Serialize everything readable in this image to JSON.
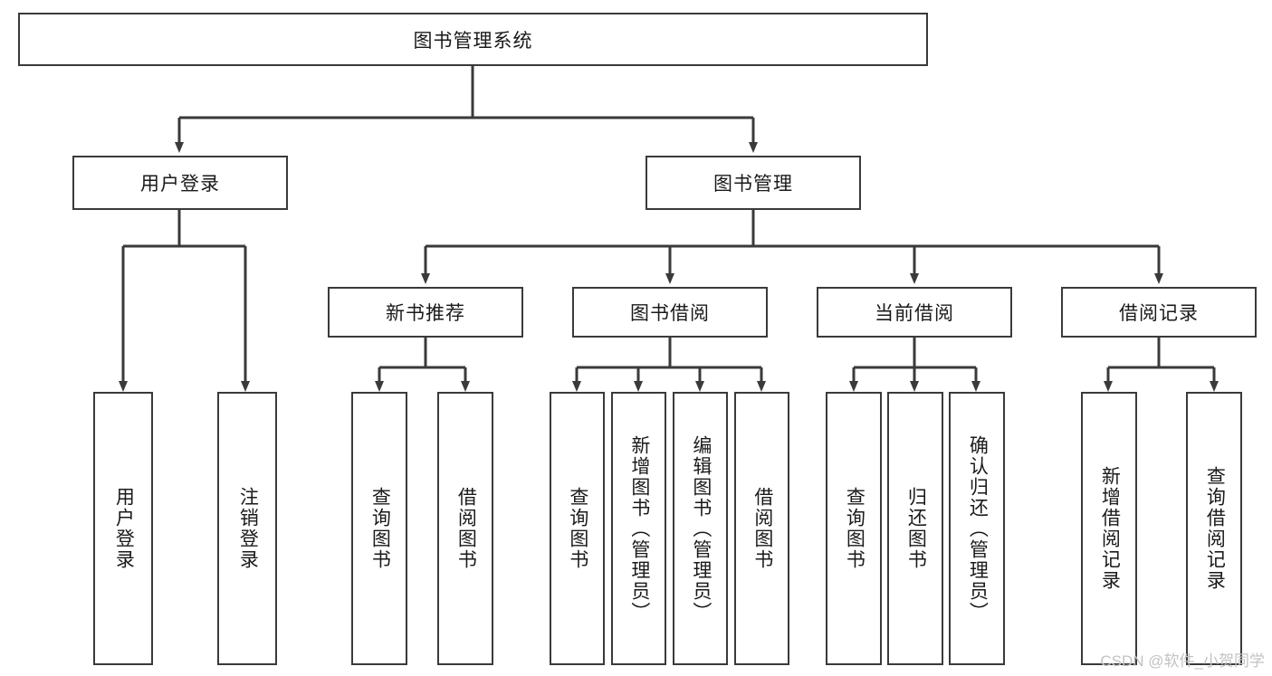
{
  "diagram": {
    "type": "tree",
    "title": "图书管理系统",
    "root": {
      "label": "图书管理系统"
    },
    "level1": [
      {
        "label": "用户登录"
      },
      {
        "label": "图书管理"
      }
    ],
    "level2": [
      {
        "label": "新书推荐"
      },
      {
        "label": "图书借阅"
      },
      {
        "label": "当前借阅"
      },
      {
        "label": "借阅记录"
      }
    ],
    "leaves": {
      "user_login": [
        {
          "label": "用户登录"
        },
        {
          "label": "注销登录"
        }
      ],
      "new_book_recommend": [
        {
          "label": "查询图书"
        },
        {
          "label": "借阅图书"
        }
      ],
      "book_borrow": [
        {
          "label": "查询图书"
        },
        {
          "label": "新增图书（管理员）"
        },
        {
          "label": "编辑图书（管理员）"
        },
        {
          "label": "借阅图书"
        }
      ],
      "current_borrow": [
        {
          "label": "查询图书"
        },
        {
          "label": "归还图书"
        },
        {
          "label": "确认归还（管理员）"
        }
      ],
      "borrow_record": [
        {
          "label": "新增借阅记录"
        },
        {
          "label": "查询借阅记录"
        }
      ]
    },
    "colors": {
      "stroke": "#3a3a3a",
      "fill": "#ffffff",
      "text": "#1a1a1a",
      "watermark": "#c2c2c2"
    }
  },
  "watermark": {
    "text": "CSDN @软件_小贺同学"
  }
}
